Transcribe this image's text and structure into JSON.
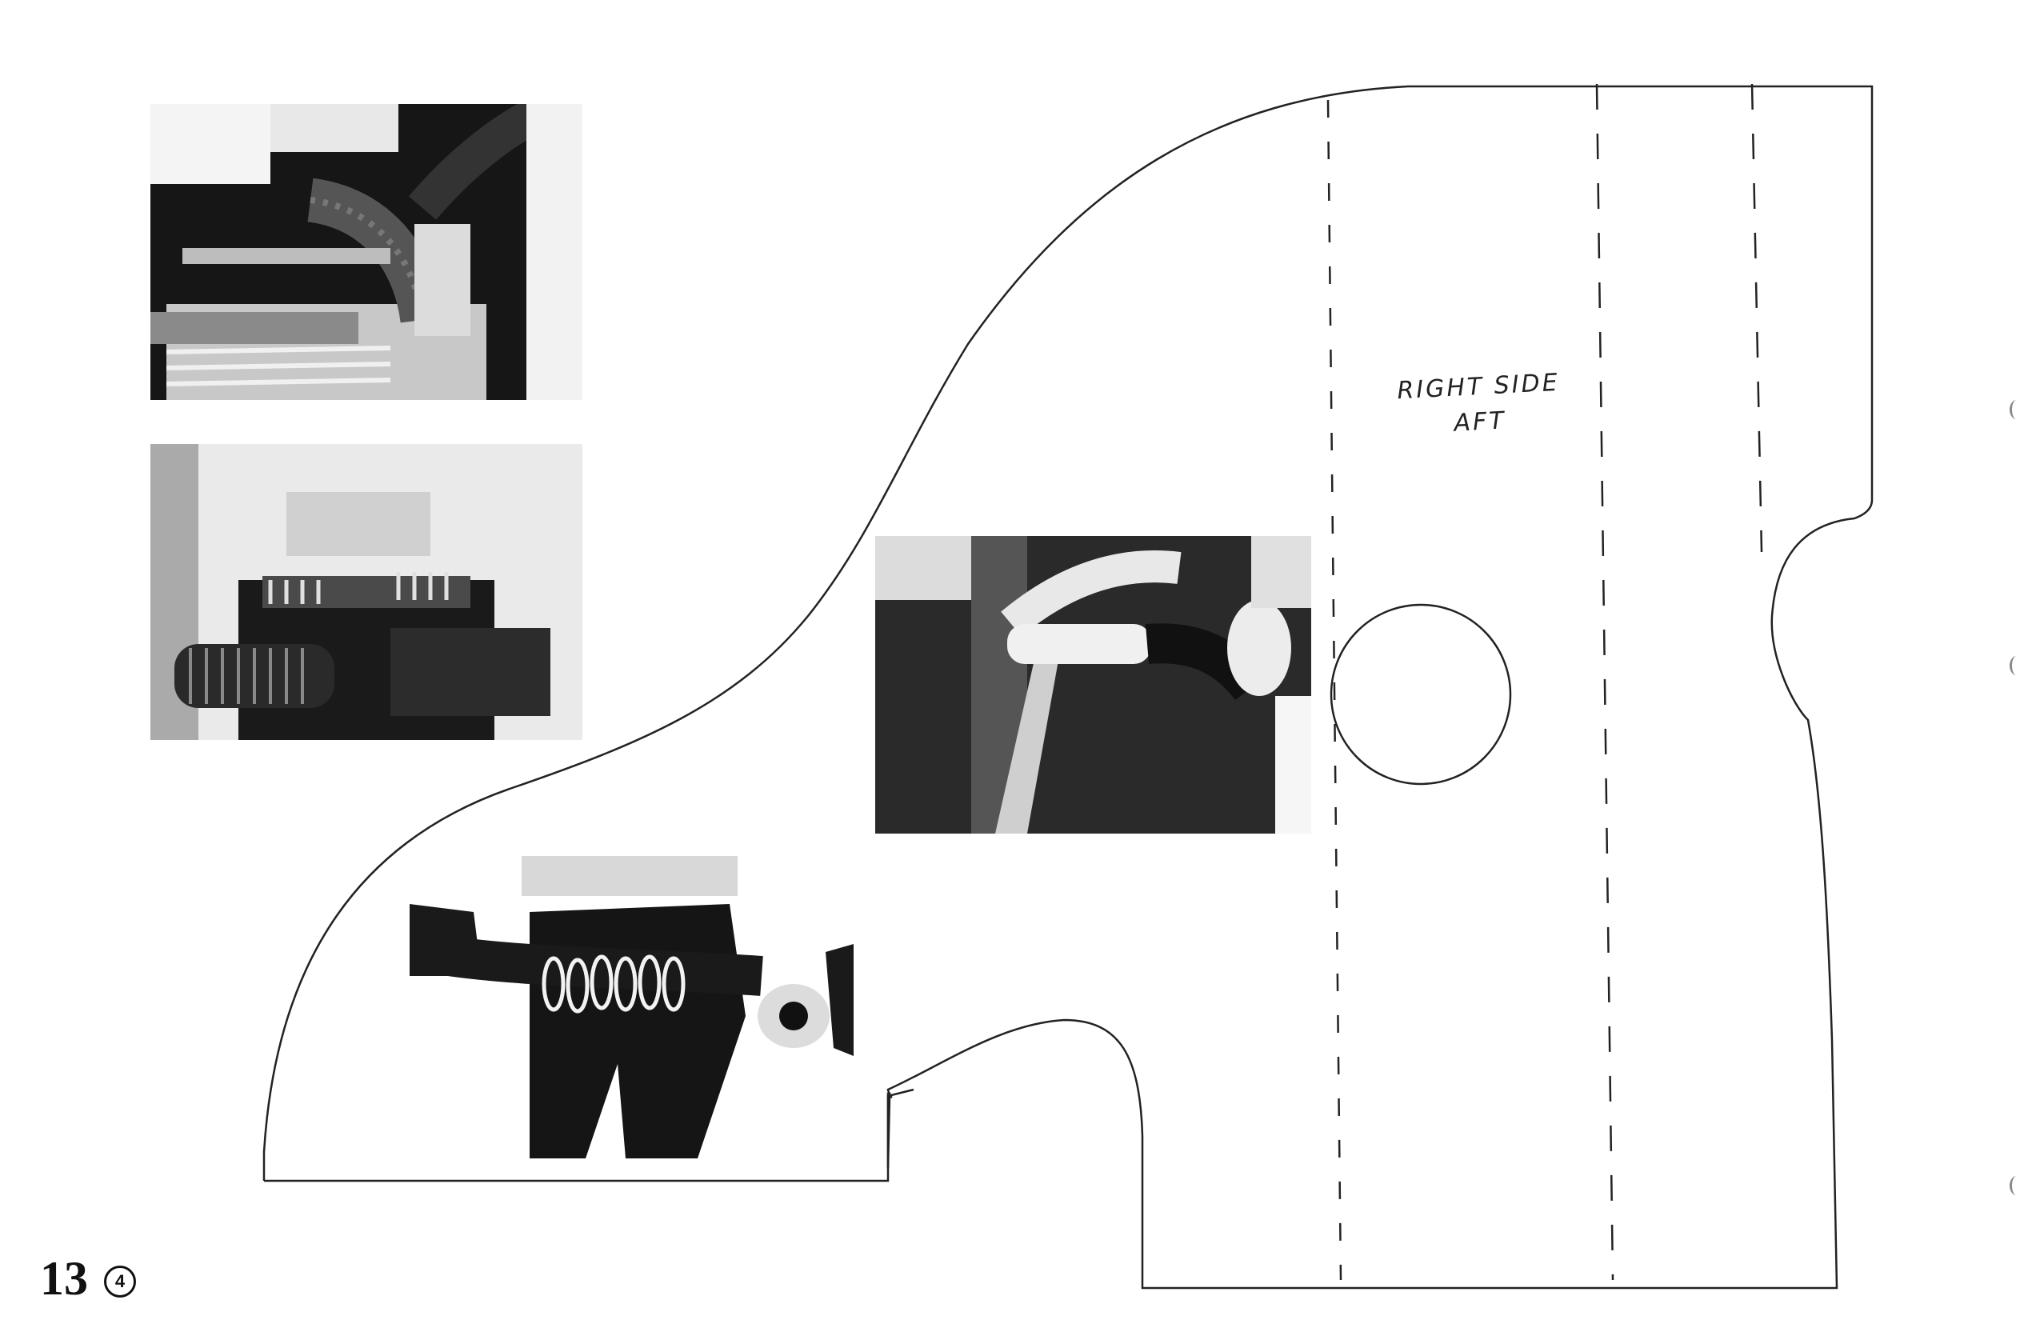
{
  "page": {
    "number": "13",
    "sub_marker": "4"
  },
  "template": {
    "label_line1": "RIGHT SIDE",
    "label_line2": "AFT"
  },
  "icons": [
    "binder-hole-icon",
    "circular-cutout-icon"
  ]
}
